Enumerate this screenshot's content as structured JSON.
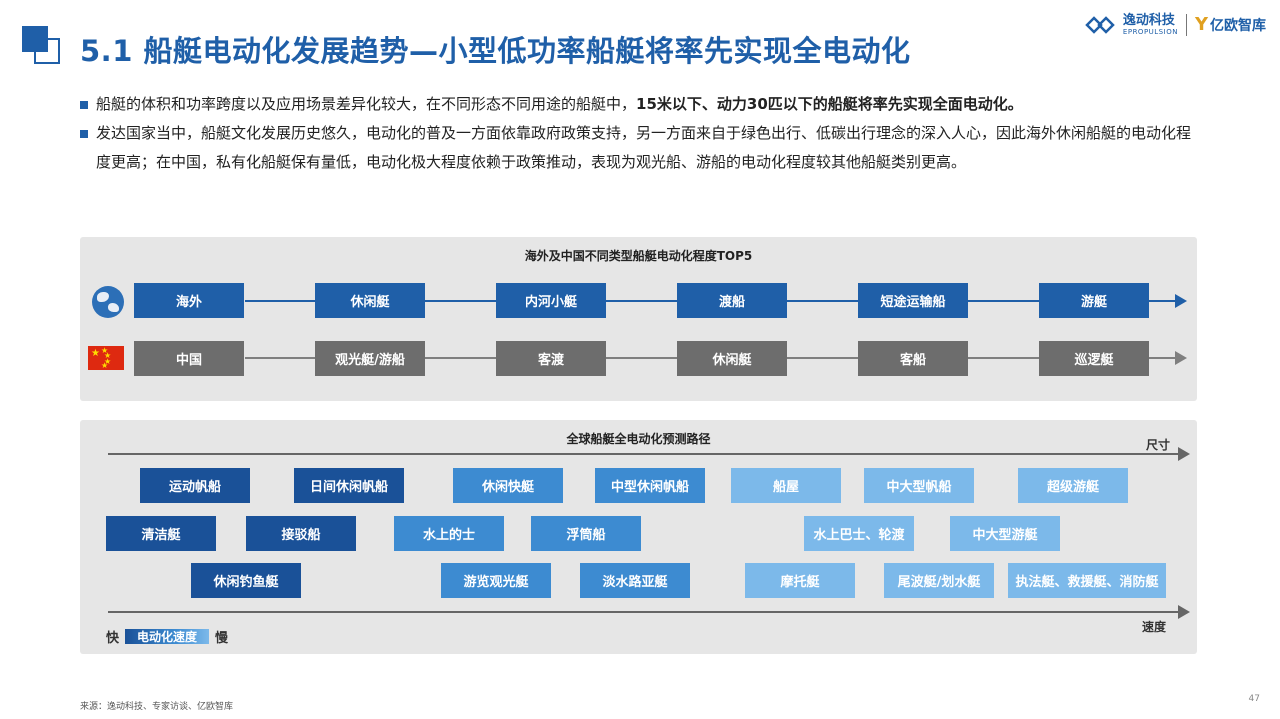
{
  "header": {
    "title": "5.1 船艇电动化发展趋势—小型低功率船艇将率先实现全电动化",
    "logo1_cn": "逸动科技",
    "logo1_en": "EPROPULSION",
    "logo2": "亿欧智库"
  },
  "bullets": {
    "b1_normal": "船艇的体积和功率跨度以及应用场景差异化较大，在不同形态不同用途的船艇中，",
    "b1_bold": "15米以下、动力30匹以下的船艇将率先实现全面电动化。",
    "b2": "发达国家当中，船艇文化发展历史悠久，电动化的普及一方面依靠政府政策支持，另一方面来自于绿色出行、低碳出行理念的深入人心，因此海外休闲船艇的电动化程度更高；在中国，私有化船艇保有量低，电动化极大程度依赖于政策推动，表现为观光船、游船的电动化程度较其他船艇类别更高。"
  },
  "panel1": {
    "title": "海外及中国不同类型船艇电动化程度TOP5",
    "overseas_label": "海外",
    "overseas": [
      "休闲艇",
      "内河小艇",
      "渡船",
      "短途运输船",
      "游艇"
    ],
    "china_label": "中国",
    "china": [
      "观光艇/游船",
      "客渡",
      "休闲艇",
      "客船",
      "巡逻艇"
    ]
  },
  "panel2": {
    "title": "全球船艇全电动化预测路径",
    "axis_size": "尺寸",
    "axis_speed": "速度",
    "legend_fast": "快",
    "legend_bar": "电动化速度",
    "legend_slow": "慢",
    "row1": [
      "运动帆船",
      "日间休闲帆船",
      "休闲快艇",
      "中型休闲帆船",
      "船屋",
      "中大型帆船",
      "超级游艇"
    ],
    "row2": [
      "清洁艇",
      "接驳船",
      "水上的士",
      "浮筒船",
      "水上巴士、轮渡",
      "中大型游艇"
    ],
    "row3": [
      "休闲钓鱼艇",
      "游览观光艇",
      "淡水路亚艇",
      "摩托艇",
      "尾波艇/划水艇",
      "执法艇、救援艇、消防艇"
    ]
  },
  "footer": {
    "source": "来源：逸动科技、专家访谈、亿欧智库",
    "page": "47"
  }
}
